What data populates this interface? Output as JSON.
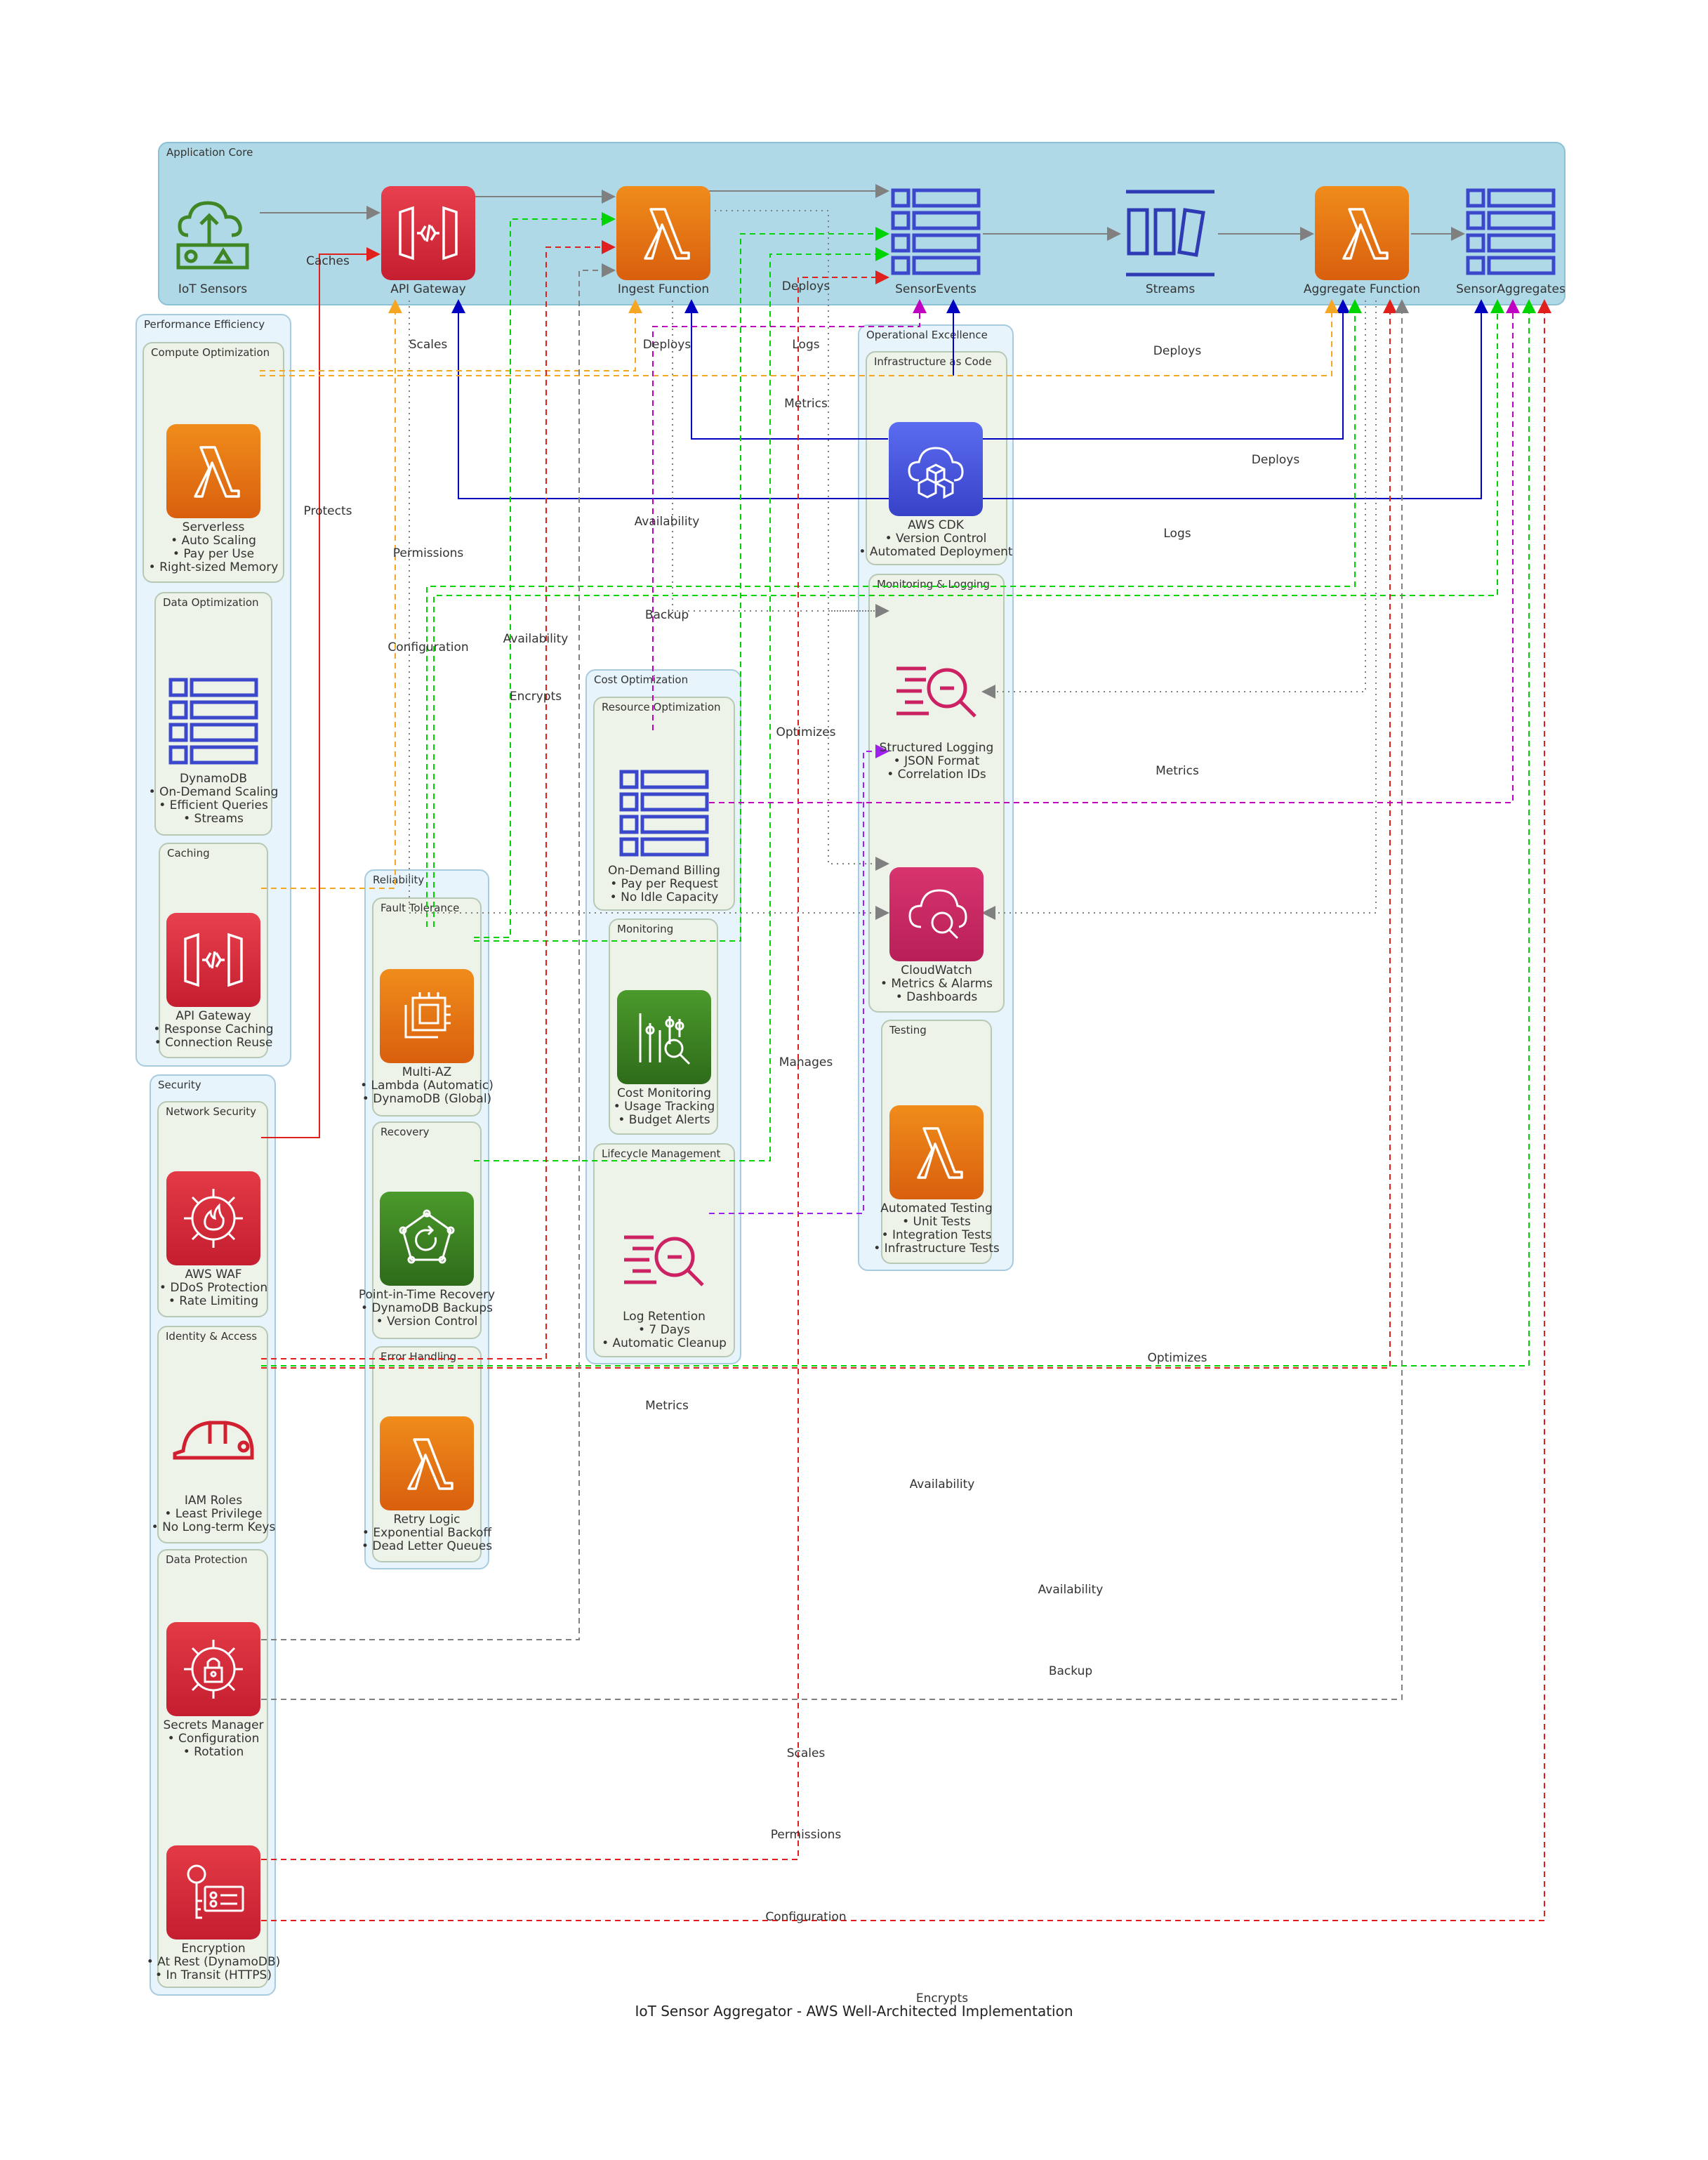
{
  "title": "IoT Sensor Aggregator - AWS Well-Architected Implementation",
  "clusters": {
    "core": "Application Core",
    "perf": "Performance Efficiency",
    "compute": "Compute Optimization",
    "data_opt": "Data Optimization",
    "caching": "Caching",
    "security": "Security",
    "network": "Network Security",
    "identity": "Identity & Access",
    "data_prot": "Data Protection",
    "reliability": "Reliability",
    "fault": "Fault Tolerance",
    "recovery": "Recovery",
    "error": "Error Handling",
    "cost": "Cost Optimization",
    "resource": "Resource Optimization",
    "monitoring": "Monitoring",
    "lifecycle": "Lifecycle Management",
    "opex": "Operational Excellence",
    "iac": "Infrastructure as Code",
    "monlog": "Monitoring & Logging",
    "testing": "Testing"
  },
  "nodes": {
    "iot": "IoT Sensors",
    "apigw": "API Gateway",
    "ingest": "Ingest Function",
    "events": "SensorEvents",
    "streams": "Streams",
    "aggfn": "Aggregate Function",
    "aggs": "SensorAggregates",
    "serverless": "Serverless\n• Auto Scaling\n• Pay per Use\n• Right-sized Memory",
    "dynamo": "DynamoDB\n• On-Demand Scaling\n• Efficient Queries\n• Streams",
    "apicache": "API Gateway\n• Response Caching\n• Connection Reuse",
    "waf": "AWS WAF\n• DDoS Protection\n• Rate Limiting",
    "iam": "IAM Roles\n• Least Privilege\n• No Long-term Keys",
    "secrets": "Secrets Manager\n• Configuration\n• Rotation",
    "encryption": "Encryption\n• At Rest (DynamoDB)\n• In Transit (HTTPS)",
    "multiaz": "Multi-AZ\n• Lambda (Automatic)\n• DynamoDB (Global)",
    "pitr": "Point-in-Time Recovery\n• DynamoDB Backups\n• Version Control",
    "retry": "Retry Logic\n• Exponential Backoff\n• Dead Letter Queues",
    "ondemand": "On-Demand Billing\n• Pay per Request\n• No Idle Capacity",
    "costmon": "Cost Monitoring\n• Usage Tracking\n• Budget Alerts",
    "logret": "Log Retention\n• 7 Days\n• Automatic Cleanup",
    "cdk": "AWS CDK\n• Version Control\n• Automated Deployment",
    "structlog": "Structured Logging\n• JSON Format\n• Correlation IDs",
    "cloudwatch": "CloudWatch\n• Metrics & Alarms\n• Dashboards",
    "autotest": "Automated Testing\n• Unit Tests\n• Integration Tests\n• Infrastructure Tests"
  },
  "edge_labels": {
    "caches": "Caches",
    "protects": "Protects",
    "scales1": "Scales",
    "permissions1": "Permissions",
    "configuration1": "Configuration",
    "availability1": "Availability",
    "encrypts1": "Encrypts",
    "deploys1": "Deploys",
    "deploys2": "Deploys",
    "availability2": "Availability",
    "backup1": "Backup",
    "deploys3": "Deploys",
    "logs1": "Logs",
    "metrics1": "Metrics",
    "optimizes1": "Optimizes",
    "manages": "Manages",
    "deploys4": "Deploys",
    "deploys5": "Deploys",
    "logs2": "Logs",
    "metrics2": "Metrics",
    "optimizes2": "Optimizes",
    "metrics3": "Metrics",
    "availability3": "Availability",
    "availability4": "Availability",
    "backup2": "Backup",
    "scales2": "Scales",
    "permissions2": "Permissions",
    "configuration2": "Configuration",
    "encrypts2": "Encrypts"
  },
  "colors": {
    "lambda": "#e8761a",
    "apigw": "#d9283a",
    "dynamo": "#3b48cc",
    "security": "#d1202f",
    "management": "#cc2264",
    "cdk": "#4653d7",
    "green": "#3f8624",
    "gray_edge": "#808080",
    "red_edge": "#e0201c",
    "green_edge": "#00d400",
    "orange_edge": "#f5a623",
    "blue_edge": "#0000c0",
    "purple_edge": "#a020f0",
    "magenta_edge": "#c000c0"
  }
}
